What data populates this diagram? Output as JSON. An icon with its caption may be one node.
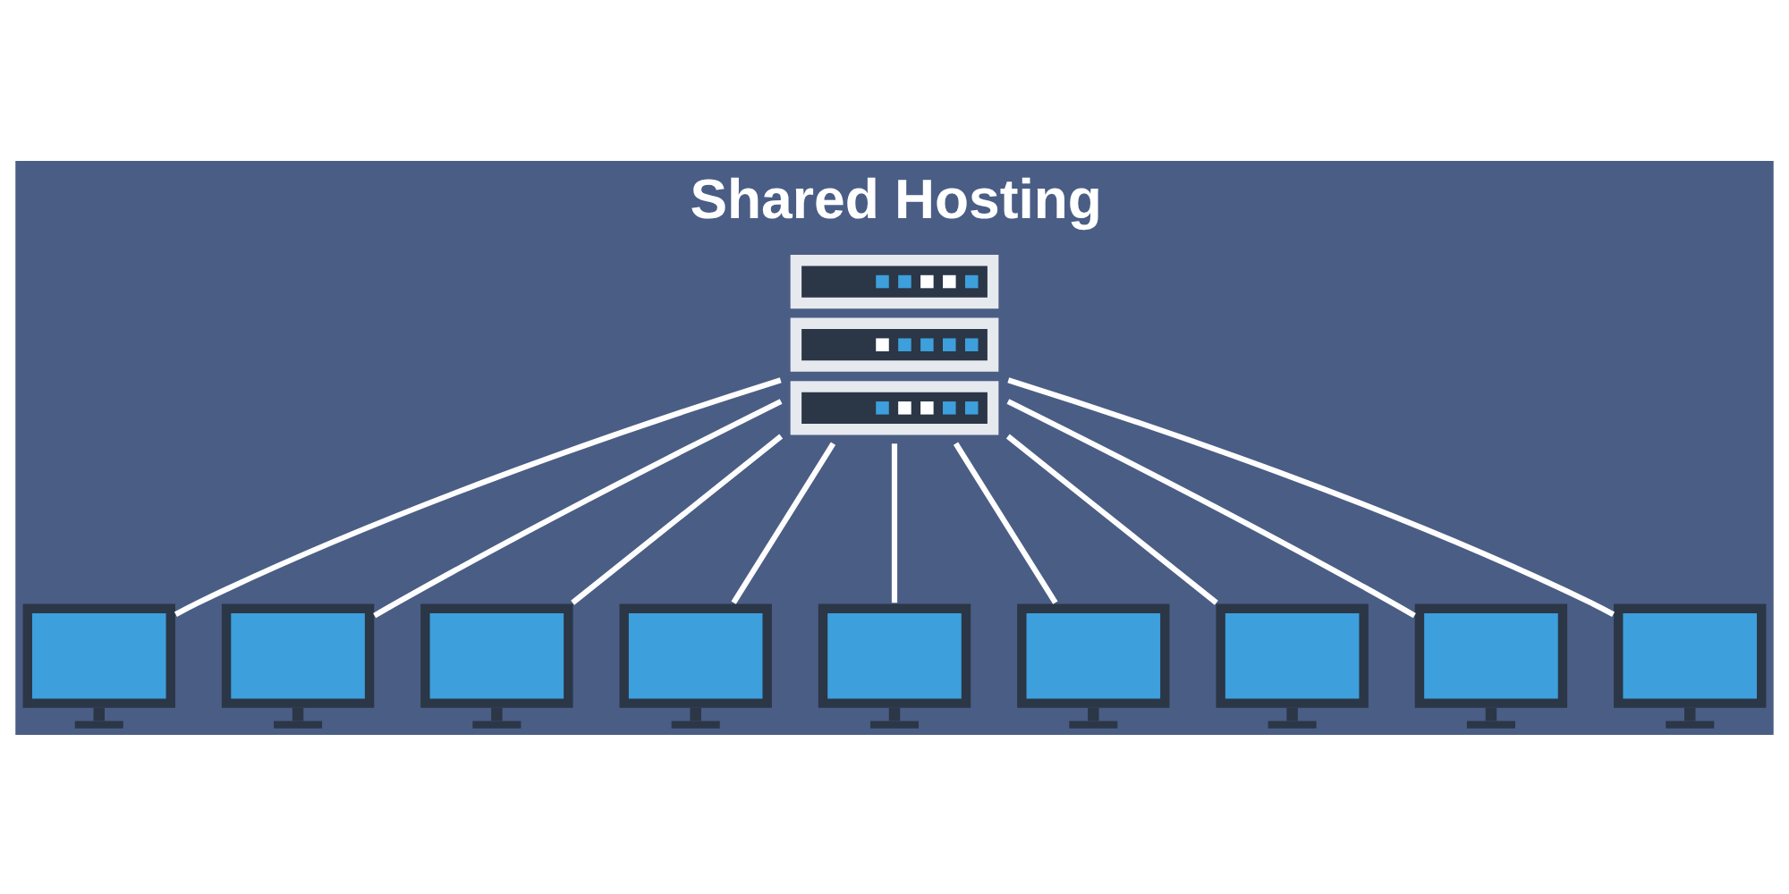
{
  "diagram": {
    "title": "Shared Hosting",
    "nodes": [
      {
        "text": [],
        "shape": "picture"
      },
      {
        "text": [],
        "shape": "picture"
      },
      {
        "text": [],
        "shape": "picture"
      },
      {
        "text": [],
        "shape": "picture"
      },
      {
        "text": [],
        "shape": "picture"
      },
      {
        "text": [],
        "shape": "picture"
      },
      {
        "text": [],
        "shape": "picture"
      },
      {
        "text": [],
        "shape": "picture"
      },
      {
        "text": [],
        "shape": "picture"
      },
      {
        "text": [],
        "shape": "picture"
      }
    ],
    "edges": [
      {
        "from": 0,
        "to": 1,
        "arrow": "none"
      },
      {
        "from": 0,
        "to": 2,
        "arrow": "none"
      },
      {
        "from": 0,
        "to": 3,
        "arrow": "none"
      },
      {
        "from": 0,
        "to": 4,
        "arrow": "none"
      },
      {
        "from": 0,
        "to": 5,
        "arrow": "none"
      },
      {
        "from": 0,
        "to": 6,
        "arrow": "none"
      },
      {
        "from": 0,
        "to": 7,
        "arrow": "none"
      },
      {
        "from": 0,
        "to": 8,
        "arrow": "none"
      },
      {
        "from": 0,
        "to": 9,
        "arrow": "none"
      }
    ]
  }
}
